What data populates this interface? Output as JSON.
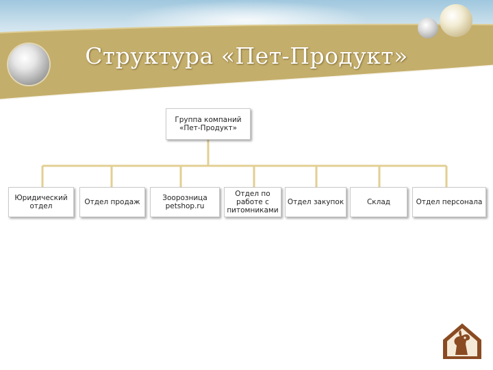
{
  "slide": {
    "title": "Структура «Пет-Продукт»"
  },
  "org_chart": {
    "root": "Группа компаний «Пет-Продукт»",
    "departments": [
      "Юридический отдел",
      "Отдел продаж",
      "Зоорозница petshop.ru",
      "Отдел по работе с питомниками",
      "Отдел закупок",
      "Склад",
      "Отдел персонала"
    ]
  },
  "colors": {
    "band": "#c4ae6b",
    "connector": "#e2cf93",
    "title_text": "#ffffff",
    "logo": "#8a4b22"
  },
  "icons": {
    "logo": "dog-head-logo-icon"
  }
}
